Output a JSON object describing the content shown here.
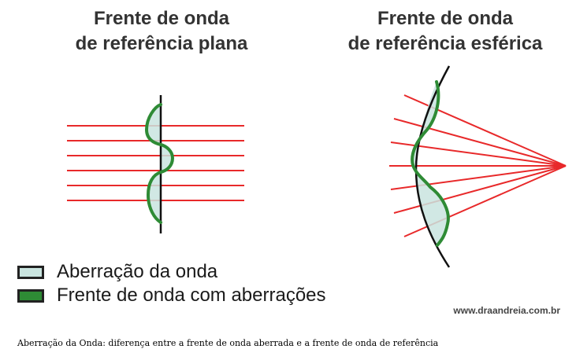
{
  "titles": {
    "plane_line1": "Frente de onda",
    "plane_line2": "de referência plana",
    "spherical_line1": "Frente de onda",
    "spherical_line2": "de referência esférica"
  },
  "legend": {
    "aberration_label": "Aberração da onda",
    "aberrated_front_label": "Frente de onda com aberrações",
    "aberration_fill_color": "#c9e4df",
    "aberrated_front_color": "#2e8b35"
  },
  "website": "www.draandreia.com.br",
  "caption": "Aberração da Onda: diferença entre a frente de onda aberrada e a frente de onda de referência",
  "colors": {
    "rays": "#e8292a",
    "reference_front": "#111111",
    "aberrated_front": "#2e8b35",
    "aberration_fill": "#c9e4df"
  }
}
